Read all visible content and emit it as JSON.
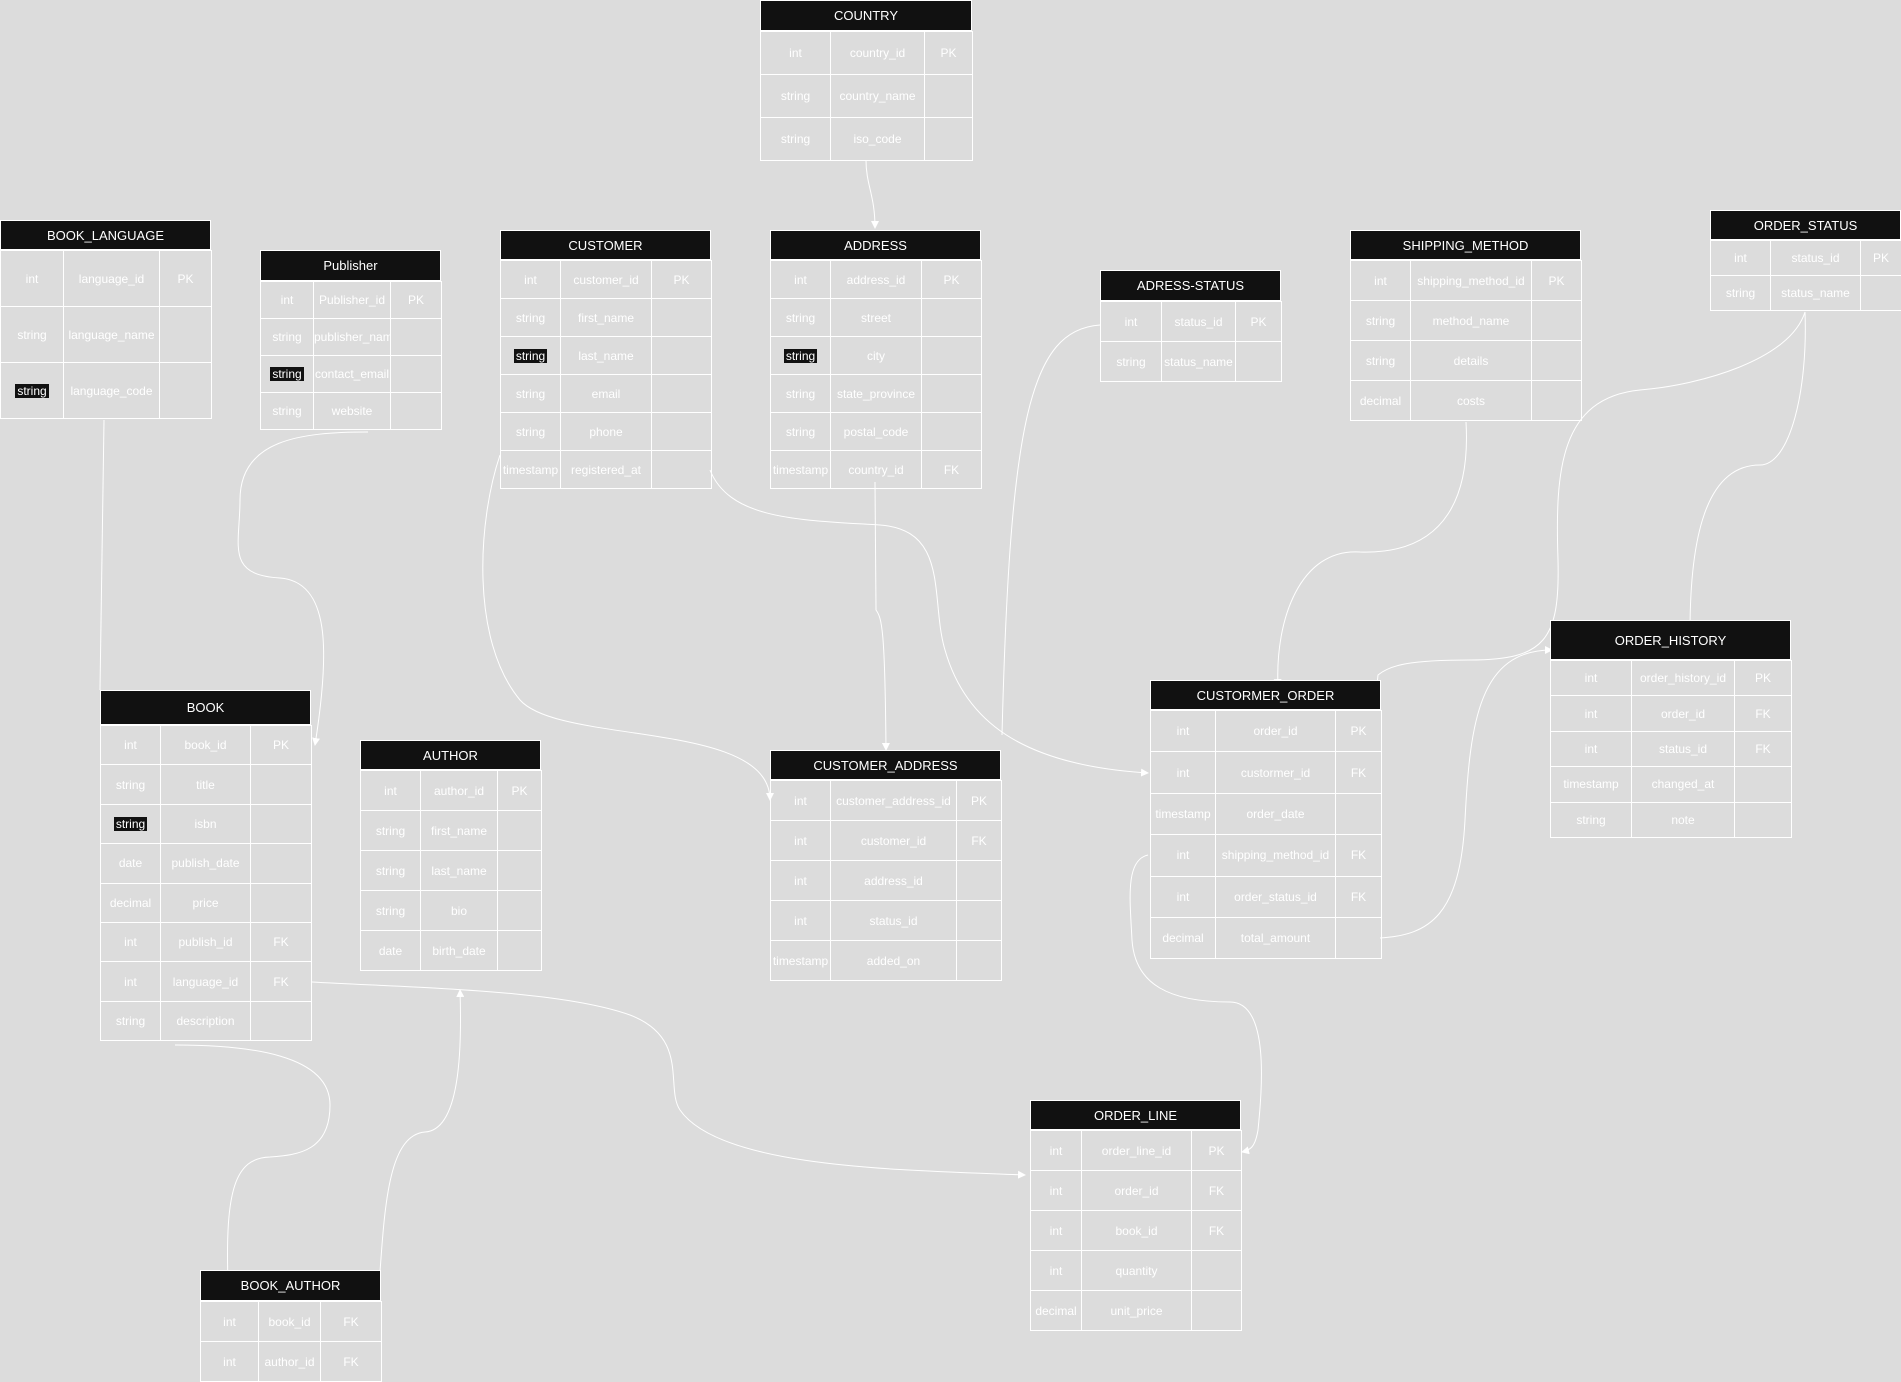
{
  "diagram": {
    "colors": {
      "background": "#dcdcdc",
      "header": "#111111",
      "line": "#ffffff"
    },
    "entities": [
      {
        "id": "country",
        "title": "COUNTRY",
        "rows": [
          {
            "type": "int",
            "name": "country_id",
            "key": "PK"
          },
          {
            "type": "string",
            "name": "country_name",
            "key": ""
          },
          {
            "type": "string",
            "name": "iso_code",
            "key": ""
          }
        ]
      },
      {
        "id": "book_language",
        "title": "BOOK_LANGUAGE",
        "rows": [
          {
            "type": "int",
            "name": "language_id",
            "key": "PK"
          },
          {
            "type": "string",
            "name": "language_name",
            "key": ""
          },
          {
            "type": "string",
            "name": "language_code",
            "key": "",
            "hl": true
          }
        ]
      },
      {
        "id": "publisher",
        "title": "Publisher",
        "rows": [
          {
            "type": "int",
            "name": "Publisher_id",
            "key": "PK"
          },
          {
            "type": "string",
            "name": "publisher_name",
            "key": ""
          },
          {
            "type": "string",
            "name": "contact_email",
            "key": "",
            "hl": true
          },
          {
            "type": "string",
            "name": "website",
            "key": ""
          }
        ]
      },
      {
        "id": "customer",
        "title": "CUSTOMER",
        "rows": [
          {
            "type": "int",
            "name": "customer_id",
            "key": "PK"
          },
          {
            "type": "string",
            "name": "first_name",
            "key": ""
          },
          {
            "type": "string",
            "name": "last_name",
            "key": "",
            "hl": true
          },
          {
            "type": "string",
            "name": "email",
            "key": ""
          },
          {
            "type": "string",
            "name": "phone",
            "key": ""
          },
          {
            "type": "timestamp",
            "name": "registered_at",
            "key": ""
          }
        ]
      },
      {
        "id": "address",
        "title": "ADDRESS",
        "rows": [
          {
            "type": "int",
            "name": "address_id",
            "key": "PK"
          },
          {
            "type": "string",
            "name": "street",
            "key": ""
          },
          {
            "type": "string",
            "name": "city",
            "key": "",
            "hl": true
          },
          {
            "type": "string",
            "name": "state_province",
            "key": ""
          },
          {
            "type": "string",
            "name": "postal_code",
            "key": ""
          },
          {
            "type": "timestamp",
            "name": "country_id",
            "key": "FK"
          }
        ]
      },
      {
        "id": "adress_status",
        "title": "ADRESS-STATUS",
        "rows": [
          {
            "type": "int",
            "name": "status_id",
            "key": "PK"
          },
          {
            "type": "string",
            "name": "status_name",
            "key": ""
          }
        ]
      },
      {
        "id": "shipping_method",
        "title": "SHIPPING_METHOD",
        "rows": [
          {
            "type": "int",
            "name": "shipping_method_id",
            "key": "PK"
          },
          {
            "type": "string",
            "name": "method_name",
            "key": ""
          },
          {
            "type": "string",
            "name": "details",
            "key": ""
          },
          {
            "type": "decimal",
            "name": "costs",
            "key": ""
          }
        ]
      },
      {
        "id": "order_status",
        "title": "ORDER_STATUS",
        "rows": [
          {
            "type": "int",
            "name": "status_id",
            "key": "PK"
          },
          {
            "type": "string",
            "name": "status_name",
            "key": ""
          }
        ]
      },
      {
        "id": "order_history",
        "title": "ORDER_HISTORY",
        "rows": [
          {
            "type": "int",
            "name": "order_history_id",
            "key": "PK"
          },
          {
            "type": "int",
            "name": "order_id",
            "key": "FK"
          },
          {
            "type": "int",
            "name": "status_id",
            "key": "FK"
          },
          {
            "type": "timestamp",
            "name": "changed_at",
            "key": ""
          },
          {
            "type": "string",
            "name": "note",
            "key": ""
          }
        ]
      },
      {
        "id": "book",
        "title": "BOOK",
        "rows": [
          {
            "type": "int",
            "name": "book_id",
            "key": "PK"
          },
          {
            "type": "string",
            "name": "title",
            "key": ""
          },
          {
            "type": "string",
            "name": "isbn",
            "key": "",
            "hl": true
          },
          {
            "type": "date",
            "name": "publish_date",
            "key": ""
          },
          {
            "type": "decimal",
            "name": "price",
            "key": ""
          },
          {
            "type": "int",
            "name": "publish_id",
            "key": "FK"
          },
          {
            "type": "int",
            "name": "language_id",
            "key": "FK"
          },
          {
            "type": "string",
            "name": "description",
            "key": ""
          }
        ]
      },
      {
        "id": "author",
        "title": "AUTHOR",
        "rows": [
          {
            "type": "int",
            "name": "author_id",
            "key": "PK"
          },
          {
            "type": "string",
            "name": "first_name",
            "key": ""
          },
          {
            "type": "string",
            "name": "last_name",
            "key": ""
          },
          {
            "type": "string",
            "name": "bio",
            "key": ""
          },
          {
            "type": "date",
            "name": "birth_date",
            "key": ""
          }
        ]
      },
      {
        "id": "customer_address",
        "title": "CUSTOMER_ADDRESS",
        "rows": [
          {
            "type": "int",
            "name": "customer_address_id",
            "key": "PK"
          },
          {
            "type": "int",
            "name": "customer_id",
            "key": "FK"
          },
          {
            "type": "int",
            "name": "address_id",
            "key": ""
          },
          {
            "type": "int",
            "name": "status_id",
            "key": ""
          },
          {
            "type": "timestamp",
            "name": "added_on",
            "key": ""
          }
        ]
      },
      {
        "id": "customer_order",
        "title": "CUSTORMER_ORDER",
        "rows": [
          {
            "type": "int",
            "name": "order_id",
            "key": "PK"
          },
          {
            "type": "int",
            "name": "custormer_id",
            "key": "FK"
          },
          {
            "type": "timestamp",
            "name": "order_date",
            "key": ""
          },
          {
            "type": "int",
            "name": "shipping_method_id",
            "key": "FK"
          },
          {
            "type": "int",
            "name": "order_status_id",
            "key": "FK"
          },
          {
            "type": "decimal",
            "name": "total_amount",
            "key": ""
          }
        ]
      },
      {
        "id": "order_line",
        "title": "ORDER_LINE",
        "rows": [
          {
            "type": "int",
            "name": "order_line_id",
            "key": "PK"
          },
          {
            "type": "int",
            "name": "order_id",
            "key": "FK"
          },
          {
            "type": "int",
            "name": "book_id",
            "key": "FK"
          },
          {
            "type": "int",
            "name": "quantity",
            "key": ""
          },
          {
            "type": "decimal",
            "name": "unit_price",
            "key": ""
          }
        ]
      },
      {
        "id": "book_author",
        "title": "BOOK_AUTHOR",
        "rows": [
          {
            "type": "int",
            "name": "book_id",
            "key": "FK"
          },
          {
            "type": "int",
            "name": "author_id",
            "key": "FK"
          }
        ]
      }
    ]
  }
}
